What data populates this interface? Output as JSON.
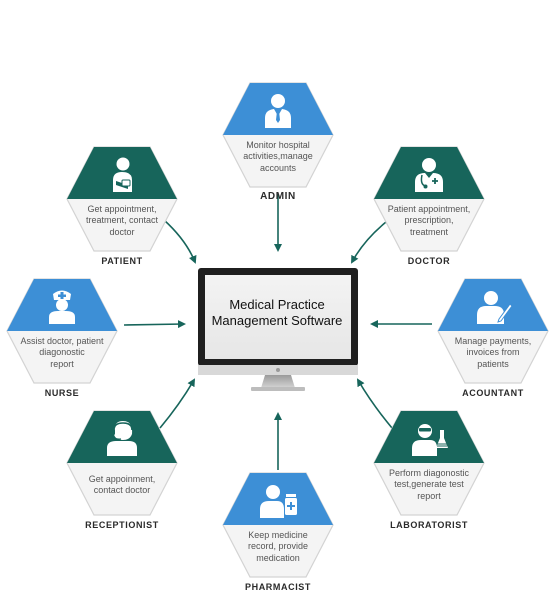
{
  "center": {
    "title_line1": "Medical Practice",
    "title_line2": "Management Software"
  },
  "colors": {
    "blue": "#3d8fd6",
    "teal": "#17655b",
    "hex_body": "#f4f4f4",
    "hex_border": "#d3d3d3",
    "arrow": "#17655b"
  },
  "roles": {
    "admin": {
      "name": "ADMIN",
      "desc": [
        "Monitor hospital",
        "activities,manage",
        "accounts"
      ],
      "icon": "admin-icon",
      "color": "blue"
    },
    "doctor": {
      "name": "DOCTOR",
      "desc": [
        "Patient appointment,",
        "prescription,",
        "treatment"
      ],
      "icon": "doctor-icon",
      "color": "teal"
    },
    "accountant": {
      "name": "ACOUNTANT",
      "desc": [
        "Manage payments,",
        "invoices from",
        "patients"
      ],
      "icon": "accountant-icon",
      "color": "blue"
    },
    "laboratorist": {
      "name": "LABORATORIST",
      "desc": [
        "Perform diagonostic",
        "test,generate test",
        "report"
      ],
      "icon": "laboratorist-icon",
      "color": "teal"
    },
    "pharmacist": {
      "name": "PHARMACIST",
      "desc": [
        "Keep medicine",
        "record, provide",
        "medication"
      ],
      "icon": "pharmacist-icon",
      "color": "blue"
    },
    "receptionist": {
      "name": "RECEPTIONIST",
      "desc": [
        "Get appoinment,",
        "contact doctor"
      ],
      "icon": "receptionist-icon",
      "color": "teal"
    },
    "nurse": {
      "name": "NURSE",
      "desc": [
        "Assist doctor, patient",
        "diagonostic",
        "report"
      ],
      "icon": "nurse-icon",
      "color": "blue"
    },
    "patient": {
      "name": "PATIENT",
      "desc": [
        "Get appointment,",
        "treatment, contact",
        "doctor"
      ],
      "icon": "patient-icon",
      "color": "teal"
    }
  }
}
